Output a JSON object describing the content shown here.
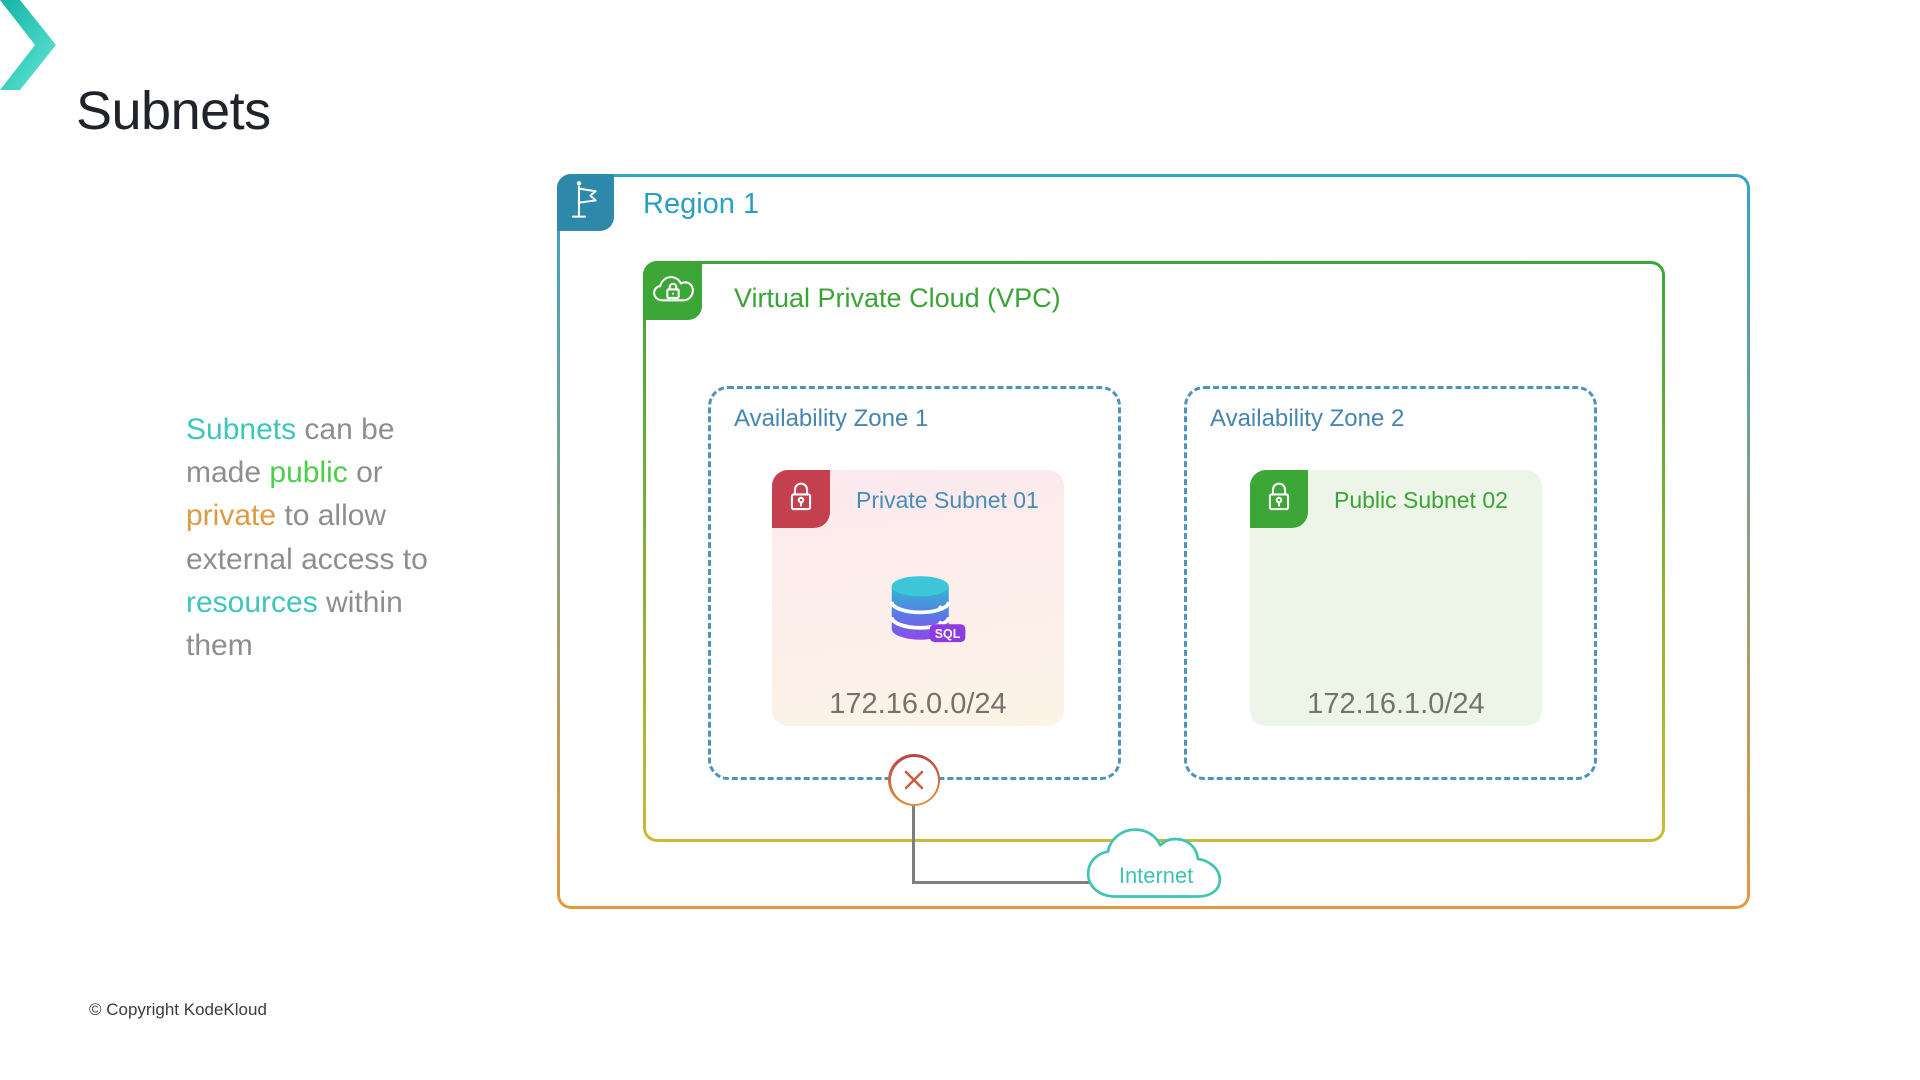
{
  "header": {
    "title": "Subnets"
  },
  "note": {
    "segments": [
      {
        "text": "Subnets",
        "emphasis": "teal"
      },
      {
        "text": " can be\nmade ",
        "emphasis": "none"
      },
      {
        "text": "public",
        "emphasis": "green"
      },
      {
        "text": " or\n",
        "emphasis": "none"
      },
      {
        "text": "private",
        "emphasis": "orange"
      },
      {
        "text": " to allow\nexternal access to\n",
        "emphasis": "none"
      },
      {
        "text": "resources",
        "emphasis": "teal"
      },
      {
        "text": " within\nthem",
        "emphasis": "none"
      }
    ]
  },
  "diagram": {
    "region": {
      "label": "Region 1",
      "icon": "flag-icon"
    },
    "vpc": {
      "label": "Virtual Private Cloud (VPC)",
      "icon": "cloud-lock-icon"
    },
    "availability_zones": [
      {
        "label": "Availability Zone 1",
        "subnet": {
          "name": "Private Subnet 01",
          "type": "private",
          "cidr": "172.16.0.0/24",
          "icon": "lock-icon",
          "resource_icon": "sql-database-icon",
          "resource_tag": "SQL"
        }
      },
      {
        "label": "Availability Zone 2",
        "subnet": {
          "name": "Public Subnet 02",
          "type": "public",
          "cidr": "172.16.1.0/24",
          "icon": "lock-icon"
        }
      }
    ],
    "internet": {
      "label": "Internet",
      "icon": "cloud-icon"
    },
    "blocked_connector": {
      "icon": "x-circle-icon"
    }
  },
  "footer": {
    "copyright": "© Copyright KodeKloud"
  },
  "colors": {
    "accent_teal": "#3fc6ba",
    "region_blue": "#2aa0c1",
    "region_badge_blue": "#2d88aa",
    "vpc_green": "#3aa436",
    "az_blue": "#4a8db8",
    "private_red": "#c4404f",
    "region_bottom_orange": "#e5993d",
    "vpc_bottom_gold": "#c9ba37",
    "note_green": "#49cf49",
    "note_orange": "#de9b45",
    "cidr_gray": "#75726c",
    "internet_teal": "#41c4b5"
  }
}
